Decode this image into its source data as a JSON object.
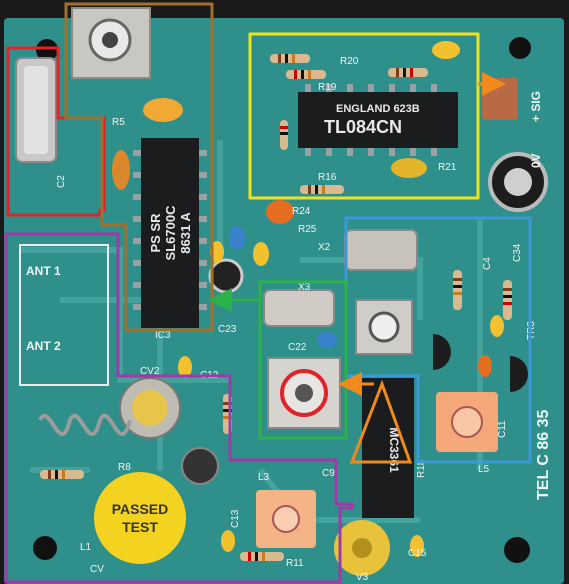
{
  "board": {
    "pcb_color": "#2f8f8b",
    "silkscreen": {
      "ant1": "ANT 1",
      "ant2": "ANT 2",
      "sig": "+ SIG",
      "zero_v": "0V",
      "tel_ref": "TEL C 86 35",
      "labels": {
        "r20": "R20",
        "r19": "R19",
        "r21": "R21",
        "r16": "R16",
        "r24": "R24",
        "r25": "R25",
        "x2": "X2",
        "x3": "X3",
        "c22": "C22",
        "c23": "C23",
        "cv2": "CV2",
        "c34": "C34",
        "c4": "C4",
        "c11": "C11",
        "l5": "L5",
        "l3": "L3",
        "l1": "L1",
        "cv": "CV",
        "c13": "C13",
        "c15": "C15",
        "c9": "C9",
        "r11": "R11",
        "r18": "R18",
        "tr3": "TR3",
        "ic3": "IC3",
        "c2": "C2",
        "r5": "R5",
        "v3": "V3",
        "r8": "R8",
        "c12": "C12"
      }
    },
    "chips": {
      "ic_main": {
        "line1": "PS SR",
        "line2": "SL6700C",
        "line3": "8631 A"
      },
      "op_amp": {
        "line1": "ENGLAND 623B",
        "line2": "TL084CN"
      },
      "ic_small": {
        "text": "MC3361"
      }
    },
    "sticker": {
      "line1": "PASSED",
      "line2": "TEST",
      "color": "#f3d31f"
    },
    "highlight_colors": {
      "red": "#e0242b",
      "brown": "#a2702d",
      "yellow": "#f2e21a",
      "blue": "#3a99d6",
      "purple": "#a13aa8",
      "green": "#2cb24a",
      "orange": "#f08a1c"
    }
  }
}
